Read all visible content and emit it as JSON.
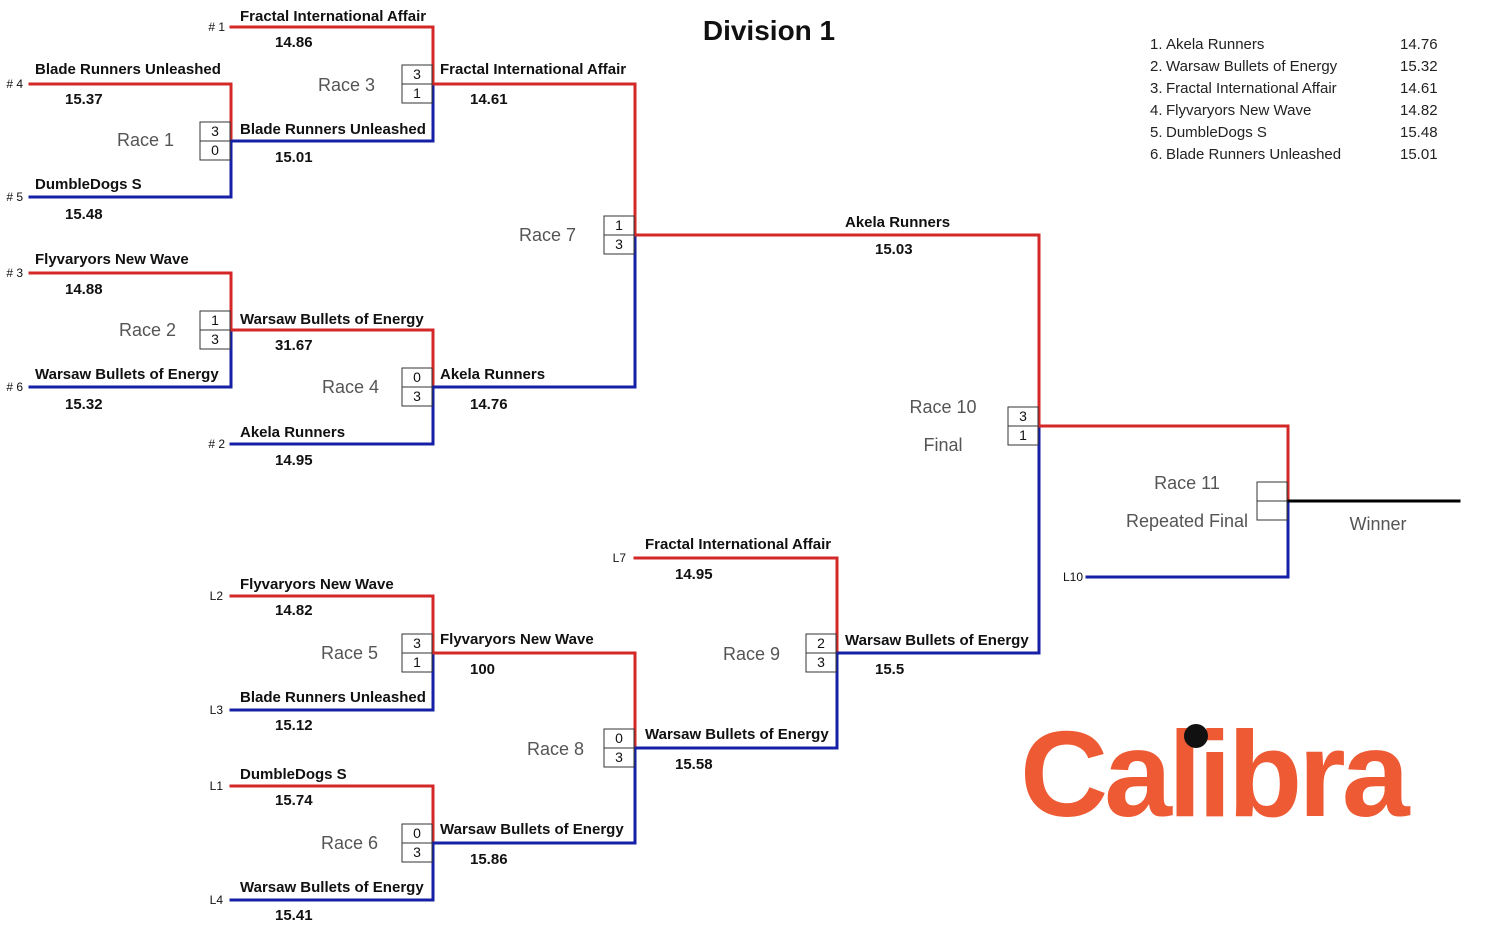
{
  "title": "Division 1",
  "standings": [
    {
      "rank": "1.",
      "name": "Akela Runners",
      "time": "14.76"
    },
    {
      "rank": "2.",
      "name": "Warsaw Bullets of Energy",
      "time": "15.32"
    },
    {
      "rank": "3.",
      "name": "Fractal International Affair",
      "time": "14.61"
    },
    {
      "rank": "4.",
      "name": "Flyvaryors New Wave",
      "time": "14.82"
    },
    {
      "rank": "5.",
      "name": "DumbleDogs S",
      "time": "15.48"
    },
    {
      "rank": "6.",
      "name": "Blade Runners Unleashed",
      "time": "15.01"
    }
  ],
  "entries": [
    {
      "name": "Fractal International Affair",
      "time": "14.86",
      "seed": "# 1"
    },
    {
      "name": "Blade Runners Unleashed",
      "time": "15.37",
      "seed": "# 4"
    },
    {
      "name": "DumbleDogs S",
      "time": "15.48",
      "seed": "# 5"
    },
    {
      "name": "Flyvaryors New Wave",
      "time": "14.88",
      "seed": "# 3"
    },
    {
      "name": "Warsaw Bullets of Energy",
      "time": "15.32",
      "seed": "# 6"
    },
    {
      "name": "Akela Runners",
      "time": "14.95",
      "seed": "# 2"
    },
    {
      "name": "Blade Runners Unleashed",
      "time": "15.01",
      "seed": ""
    },
    {
      "name": "Warsaw Bullets of Energy",
      "time": "31.67",
      "seed": ""
    },
    {
      "name": "Fractal International Affair",
      "time": "14.61",
      "seed": ""
    },
    {
      "name": "Akela Runners",
      "time": "14.76",
      "seed": ""
    },
    {
      "name": "Akela Runners",
      "time": "15.03",
      "seed": ""
    },
    {
      "name": "Flyvaryors New Wave",
      "time": "14.82",
      "seed": "L2"
    },
    {
      "name": "Blade Runners Unleashed",
      "time": "15.12",
      "seed": "L3"
    },
    {
      "name": "DumbleDogs S",
      "time": "15.74",
      "seed": "L1"
    },
    {
      "name": "Warsaw Bullets of Energy",
      "time": "15.41",
      "seed": "L4"
    },
    {
      "name": "Flyvaryors New Wave",
      "time": "100",
      "seed": ""
    },
    {
      "name": "Warsaw Bullets of Energy",
      "time": "15.86",
      "seed": ""
    },
    {
      "name": "Fractal International Affair",
      "time": "14.95",
      "seed": "L7"
    },
    {
      "name": "Warsaw Bullets of Energy",
      "time": "15.58",
      "seed": ""
    },
    {
      "name": "Warsaw Bullets of Energy",
      "time": "15.5",
      "seed": ""
    },
    {
      "name": "",
      "time": "",
      "seed": "L10"
    }
  ],
  "races": [
    {
      "label": "Race 1",
      "sublabel": "",
      "top": "3",
      "bottom": "0"
    },
    {
      "label": "Race 2",
      "sublabel": "",
      "top": "1",
      "bottom": "3"
    },
    {
      "label": "Race 3",
      "sublabel": "",
      "top": "3",
      "bottom": "1"
    },
    {
      "label": "Race 4",
      "sublabel": "",
      "top": "0",
      "bottom": "3"
    },
    {
      "label": "Race 5",
      "sublabel": "",
      "top": "3",
      "bottom": "1"
    },
    {
      "label": "Race 6",
      "sublabel": "",
      "top": "0",
      "bottom": "3"
    },
    {
      "label": "Race 7",
      "sublabel": "",
      "top": "1",
      "bottom": "3"
    },
    {
      "label": "Race 8",
      "sublabel": "",
      "top": "0",
      "bottom": "3"
    },
    {
      "label": "Race 9",
      "sublabel": "",
      "top": "2",
      "bottom": "3"
    },
    {
      "label": "Race 10",
      "sublabel": "Final",
      "top": "3",
      "bottom": "1"
    },
    {
      "label": "Race 11",
      "sublabel": "Repeated Final",
      "top": "",
      "bottom": ""
    }
  ],
  "winner_label": "Winner",
  "logo": {
    "text": "Calibra",
    "color": "#ee5a34"
  },
  "colors": {
    "top_line": "#d42727",
    "bottom_line": "#1620a6"
  }
}
